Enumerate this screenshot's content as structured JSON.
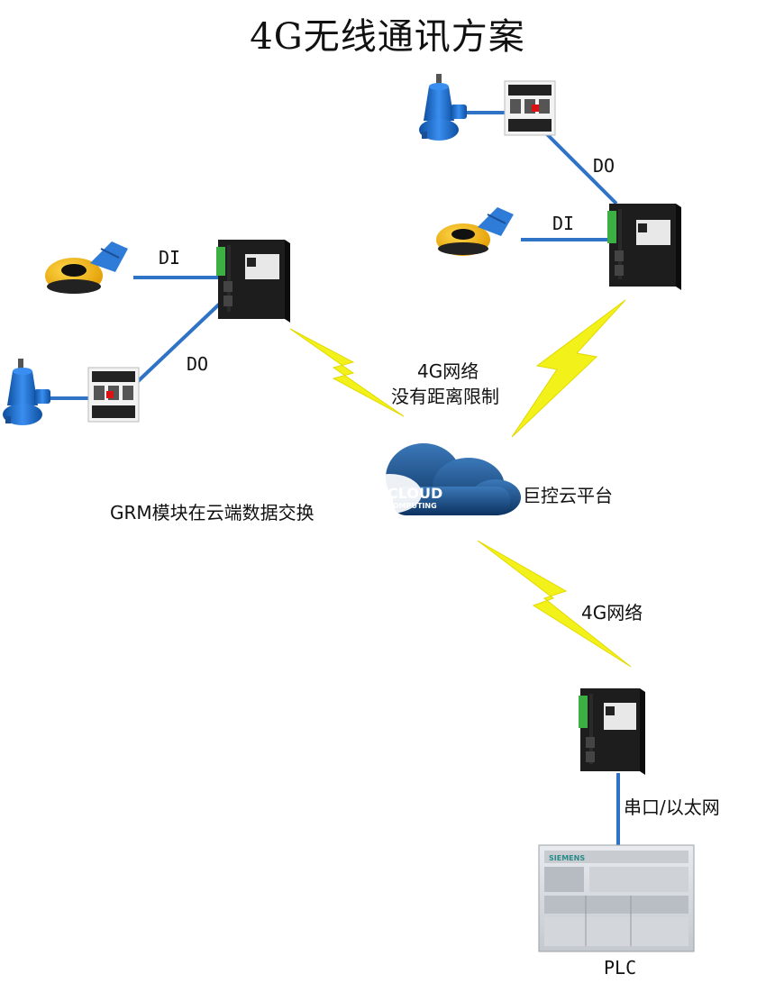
{
  "title": "4G无线通讯方案",
  "labels": {
    "di_left": "DI",
    "do_left": "DO",
    "di_right": "DI",
    "do_right": "DO",
    "network_top_line1": "4G网络",
    "network_top_line2": "没有距离限制",
    "cloud_exchange": "GRM模块在云端数据交换",
    "cloud_platform": "巨控云平台",
    "network_bottom": "4G网络",
    "serial_ethernet": "串口/以太网",
    "plc": "PLC"
  },
  "cloud_logo": {
    "line1": "CLOUD",
    "line2": "COMPUTING"
  },
  "plc_brand": "SIEMENS",
  "colors": {
    "link_line": "#2f73c6",
    "lightning": "#f2f21a",
    "cloud_dark": "#0f3a66",
    "cloud_mid": "#2e6aa8",
    "pump_blue": "#1c6fd1",
    "float_yellow": "#f4b400",
    "float_blue": "#2e7bd8",
    "device_body": "#1d1d1d",
    "terminal_green": "#3cb043",
    "plc_gray": "#d9dde2"
  }
}
